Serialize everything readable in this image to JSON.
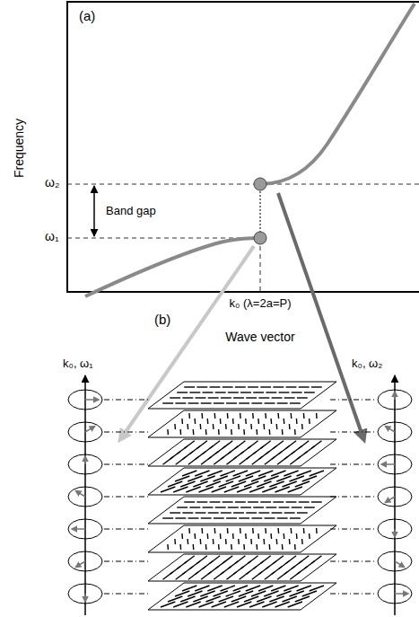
{
  "diagram": {
    "labels": [
      "(a)",
      "Frequency",
      "ω₂",
      "ω₁",
      "Band gap",
      "k₀ (λ=2a=P)",
      "(b)",
      "Wave vector",
      "k₀, ω₁",
      "k₀, ω₂"
    ]
  }
}
